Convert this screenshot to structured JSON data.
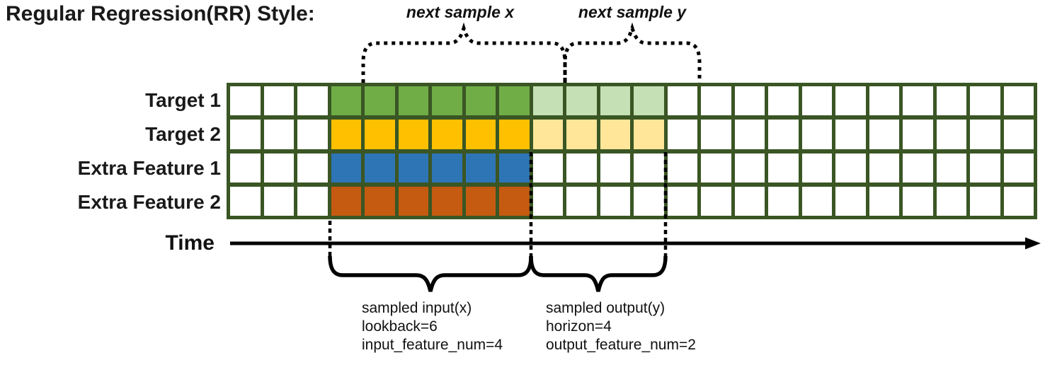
{
  "title": "Regular Regression(RR) Style:",
  "annotations": {
    "next_sample_x": "next sample x",
    "next_sample_y": "next sample y"
  },
  "time_label": "Time",
  "colors": {
    "grid_border": "#3a5624",
    "empty_cell": "#ffffff",
    "line_color": "#000000"
  },
  "grid": {
    "columns": 24,
    "input_start_col": 4,
    "input_end_col": 9,
    "output_start_col": 10,
    "output_end_col": 13,
    "rows": [
      {
        "label": "Target 1",
        "input_color": "#70ad47",
        "output_color": "#c5e0b4"
      },
      {
        "label": "Target 2",
        "input_color": "#ffc000",
        "output_color": "#ffe699"
      },
      {
        "label": "Extra Feature 1",
        "input_color": "#2e75b6",
        "output_color": null
      },
      {
        "label": "Extra Feature 2",
        "input_color": "#c55a11",
        "output_color": null
      }
    ]
  },
  "sampled_input": {
    "title": "sampled input(x)",
    "lookback": "lookback=6",
    "feature_num": "input_feature_num=4"
  },
  "sampled_output": {
    "title": "sampled output(y)",
    "horizon": "horizon=4",
    "feature_num": "output_feature_num=2"
  }
}
